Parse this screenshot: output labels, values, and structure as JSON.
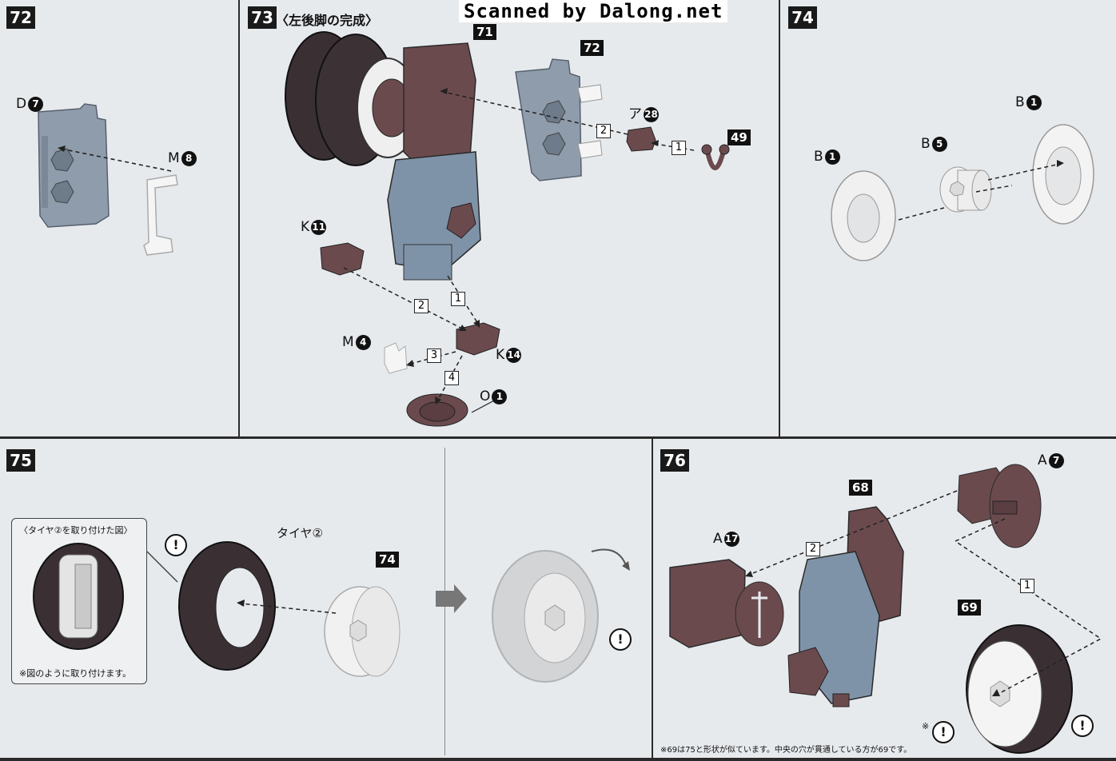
{
  "watermark": "Scanned by Dalong.net",
  "steps": {
    "s72": {
      "num": "72",
      "labels": {
        "d7": "D",
        "d7_n": "7",
        "m8": "M",
        "m8_n": "8"
      }
    },
    "s73": {
      "num": "73",
      "title": "〈左後脚の完成〉",
      "tags": {
        "t71": "71",
        "t72": "72",
        "t49": "49"
      },
      "labels": {
        "a28": "ア",
        "a28_n": "28",
        "k11": "K",
        "k11_n": "11",
        "k14": "K",
        "k14_n": "14",
        "m4": "M",
        "m4_n": "4",
        "o1": "O",
        "o1_n": "1"
      },
      "order": [
        "1",
        "2",
        "1",
        "2",
        "3",
        "4"
      ]
    },
    "s74": {
      "num": "74",
      "labels": {
        "b1a": "B",
        "b1a_n": "1",
        "b5": "B",
        "b5_n": "5",
        "b1b": "B",
        "b1b_n": "1"
      }
    },
    "s75": {
      "num": "75",
      "callout_title": "〈タイヤ②を取り付けた図〉",
      "callout_note": "※図のように取り付けます。",
      "tire_label": "タイヤ②",
      "tag74": "74",
      "warn": "!"
    },
    "s76": {
      "num": "76",
      "tags": {
        "t68": "68",
        "t69": "69"
      },
      "labels": {
        "a7": "A",
        "a7_n": "7",
        "a17": "A",
        "a17_n": "17"
      },
      "order": [
        "2",
        "1"
      ],
      "note_mark": "※",
      "note": "※69は75と形状が似ています。中央の穴が貫通している方が69です。",
      "warn": "!"
    }
  },
  "colors": {
    "background": "#e7eaed",
    "part_dark": "#6b4a4e",
    "part_blue": "#7f93a8",
    "part_white": "#f2f2f2",
    "tire": "#3a3034"
  }
}
